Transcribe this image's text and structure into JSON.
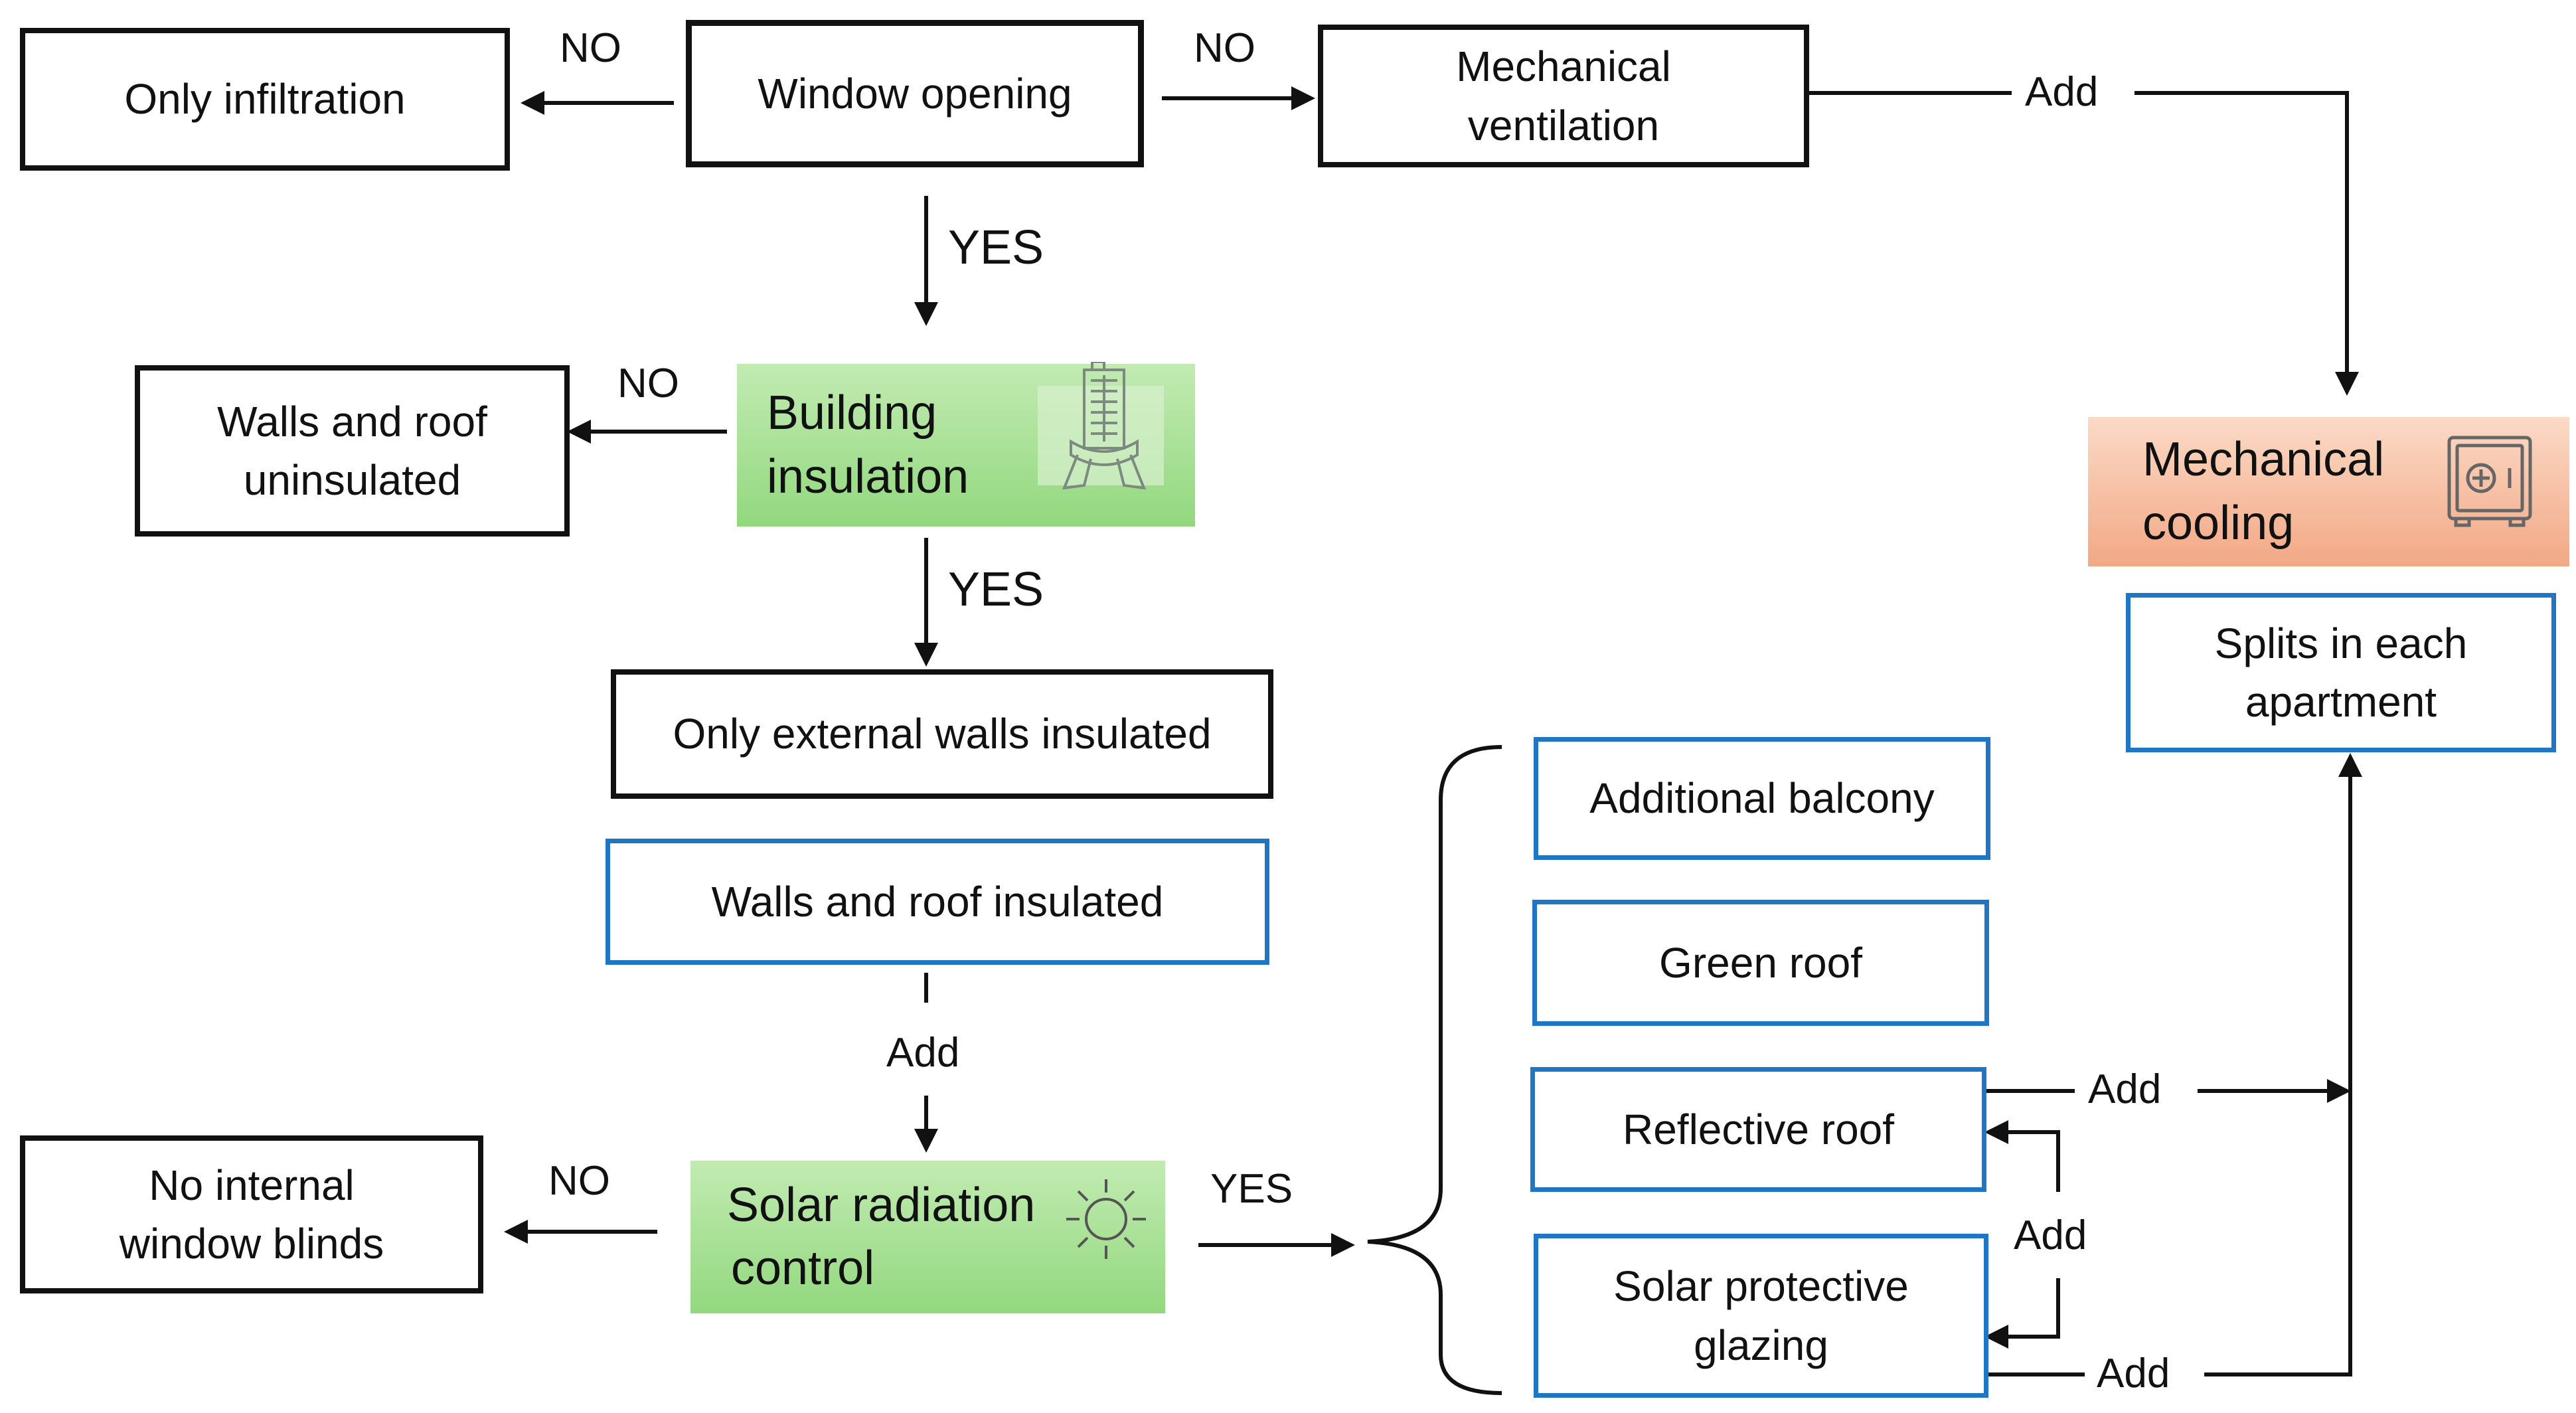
{
  "nodes": {
    "only_infiltration": "Only infiltration",
    "window_opening": "Window opening",
    "mechanical_ventilation": [
      "Mechanical",
      "ventilation"
    ],
    "walls_roof_uninsulated": [
      "Walls and roof",
      "uninsulated"
    ],
    "building_insulation": [
      "Building",
      "insulation"
    ],
    "mechanical_cooling": [
      "Mechanical",
      "cooling"
    ],
    "splits": [
      "Splits in each",
      "apartment"
    ],
    "only_external_walls": "Only external walls insulated",
    "walls_roof_insulated": "Walls and roof insulated",
    "additional_balcony": "Additional balcony",
    "green_roof": "Green roof",
    "reflective_roof": "Reflective roof",
    "no_internal_blinds": [
      "No internal",
      "window blinds"
    ],
    "solar_radiation_control": [
      "Solar radiation",
      "control"
    ],
    "solar_protective_glazing": [
      "Solar protective",
      "glazing"
    ]
  },
  "labels": {
    "no_window_left": "NO",
    "no_window_right": "NO",
    "yes_window_down": "YES",
    "no_insulation": "NO",
    "yes_insulation_down": "YES",
    "add_to_cooling": "Add",
    "add_insulated_down": "Add",
    "no_solar": "NO",
    "yes_solar": "YES",
    "add_reflective": "Add",
    "add_between": "Add",
    "add_glazing": "Add"
  },
  "colors": {
    "black_border": "#111111",
    "blue_border": "#1f76c2",
    "green_fill": "#a9e096",
    "orange_fill": "#f6bc9f"
  },
  "icons": [
    "building-scarf-icon",
    "safe-icon",
    "sun-icon"
  ]
}
